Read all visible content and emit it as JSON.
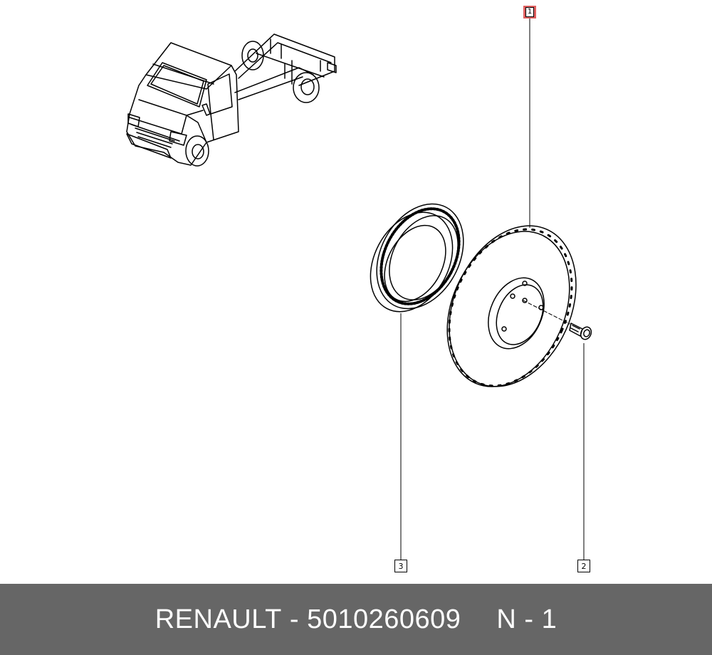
{
  "callouts": [
    {
      "id": "1",
      "highlighted": true
    },
    {
      "id": "2",
      "highlighted": false
    },
    {
      "id": "3",
      "highlighted": false
    }
  ],
  "footer": {
    "brand": "RENAULT",
    "separator": "-",
    "part_number": "5010260609",
    "quantity_label": "N - 1"
  },
  "colors": {
    "footer_background": "#666666",
    "highlight": "#e06060"
  },
  "illustrations": [
    "truck-chassis-icon",
    "abs-ring-icon",
    "brake-disc-icon",
    "bolt-icon"
  ]
}
